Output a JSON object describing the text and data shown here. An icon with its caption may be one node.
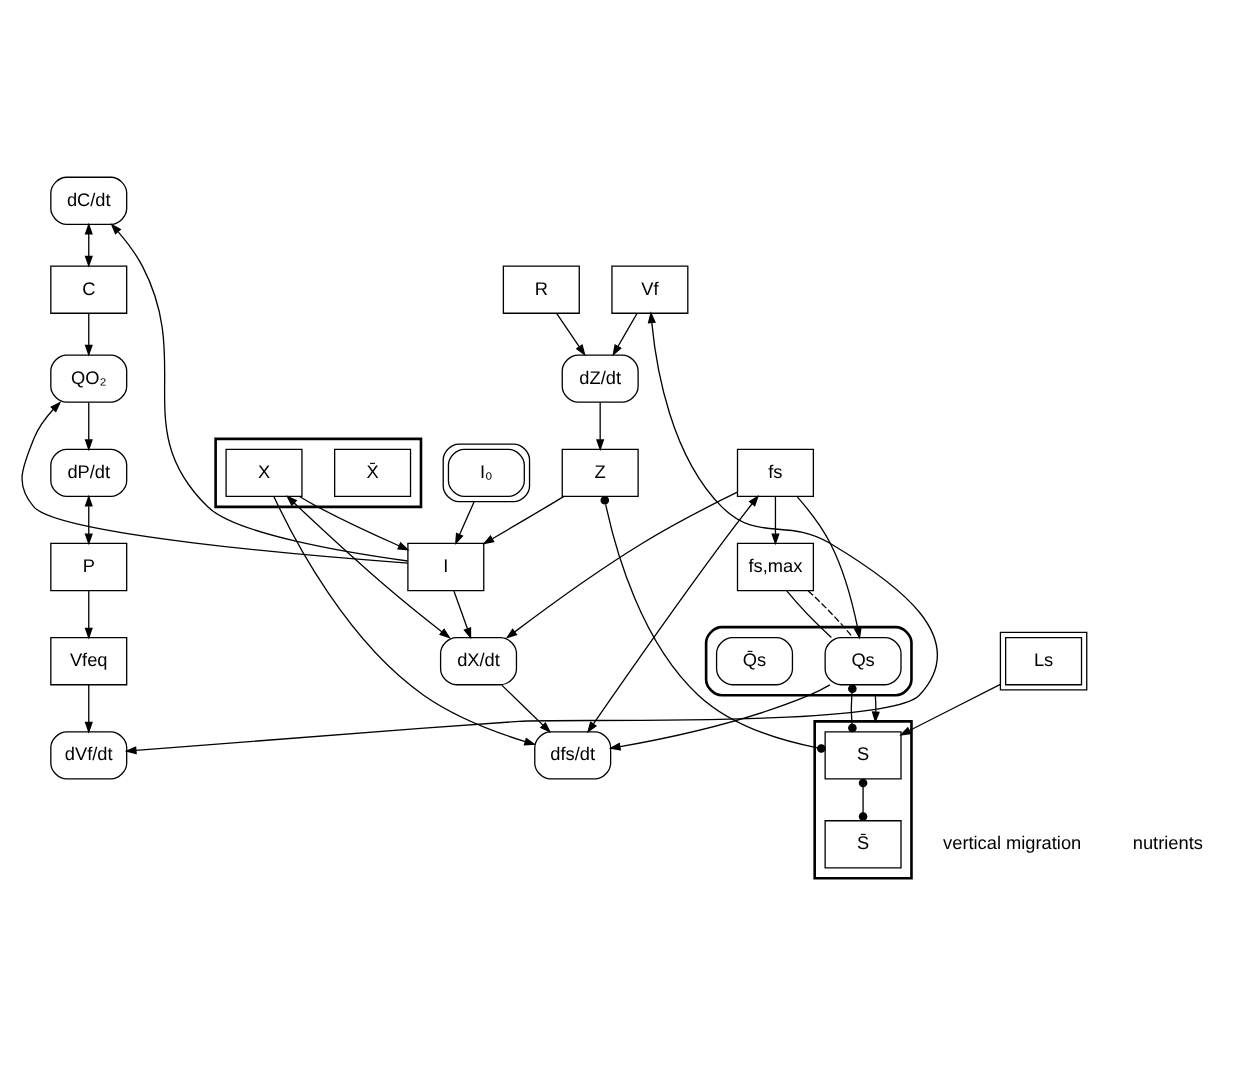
{
  "diagram": {
    "nodes": [
      {
        "text": [
          "dC/dt"
        ]
      },
      {
        "text": [],
        "shape": "box"
      },
      {
        "text": [
          "X̄"
        ],
        "in": 1
      },
      {
        "text": [
          "X"
        ],
        "in": 1
      },
      {
        "text": [
          "dX/dt"
        ]
      },
      {
        "text": [
          "fs"
        ]
      },
      {
        "text": [
          "dfs/dt"
        ]
      },
      {
        "text": [
          "C"
        ]
      },
      {
        "text": [
          "I₀"
        ]
      },
      {
        "text": [
          "I"
        ]
      },
      {
        "text": [
          "fs,max"
        ]
      },
      {
        "text": [
          "QO₂"
        ]
      },
      {
        "text": [
          "R"
        ]
      },
      {
        "text": [
          "Z"
        ]
      },
      {
        "text": [],
        "shape": "box"
      },
      {
        "text": [
          "Qs"
        ],
        "in": 14
      },
      {
        "text": [
          "Q̄s"
        ],
        "in": 14
      },
      {
        "text": [
          "dP/dt"
        ]
      },
      {
        "text": [
          "Vf"
        ]
      },
      {
        "text": [
          "dZ/dt"
        ]
      },
      {
        "text": [],
        "shape": "box"
      },
      {
        "text": [
          "S"
        ],
        "in": 20
      },
      {
        "text": [
          "S̄"
        ],
        "in": 20
      },
      {
        "text": [
          "P"
        ]
      },
      {
        "text": [
          "Vfeq"
        ]
      },
      {
        "text": [
          "dVf/dt"
        ]
      },
      {
        "text": [
          "Ls"
        ]
      }
    ],
    "edges": [
      {
        "from": 3,
        "to": 4,
        "arrow": "both"
      },
      {
        "from": 3,
        "to": 6,
        "arrow": "to"
      },
      {
        "from": 4,
        "to": 6,
        "arrow": "to"
      },
      {
        "from": 5,
        "to": 4,
        "arrow": "to"
      },
      {
        "from": 5,
        "to": 6,
        "arrow": "both"
      },
      {
        "from": 9,
        "to": 0,
        "arrow": "to"
      },
      {
        "from": 3,
        "to": 9,
        "arrow": "to"
      },
      {
        "from": 9,
        "to": 4,
        "arrow": "to"
      },
      {
        "from": 0,
        "to": 7,
        "arrow": "both"
      },
      {
        "from": 7,
        "to": 11,
        "arrow": "to"
      },
      {
        "from": 8,
        "to": 9,
        "arrow": "to"
      },
      {
        "from": 9,
        "to": 11,
        "arrow": "to"
      },
      {
        "from": 13,
        "to": 9,
        "arrow": "to"
      },
      {
        "from": 5,
        "to": 10,
        "arrow": "to"
      },
      {
        "from": 5,
        "to": 15,
        "arrow": "to"
      },
      {
        "from": 10,
        "to": 15,
        "arrow": "none"
      },
      {
        "from": 10,
        "to": 15,
        "arrow": "none",
        "style": "dashed"
      },
      {
        "from": 15,
        "to": 6,
        "arrow": "to"
      },
      {
        "from": 13,
        "to": 21,
        "arrow": "other"
      },
      {
        "from": 15,
        "to": 21,
        "arrow": "other"
      },
      {
        "from": 14,
        "to": 20,
        "arrow": "to"
      },
      {
        "from": 21,
        "to": 22,
        "arrow": "other"
      },
      {
        "from": 26,
        "to": 21,
        "arrow": "to"
      },
      {
        "from": 11,
        "to": 17,
        "arrow": "to"
      },
      {
        "from": 17,
        "to": 23,
        "arrow": "both"
      },
      {
        "from": 12,
        "to": 19,
        "arrow": "to"
      },
      {
        "from": 19,
        "to": 13,
        "arrow": "to"
      },
      {
        "from": 18,
        "to": 19,
        "arrow": "to"
      },
      {
        "from": 18,
        "to": 25,
        "arrow": "both"
      },
      {
        "from": 23,
        "to": 24,
        "arrow": "to"
      },
      {
        "from": 24,
        "to": 25,
        "arrow": "to"
      }
    ],
    "labels": [
      "vertical migration",
      "nutrients"
    ]
  }
}
